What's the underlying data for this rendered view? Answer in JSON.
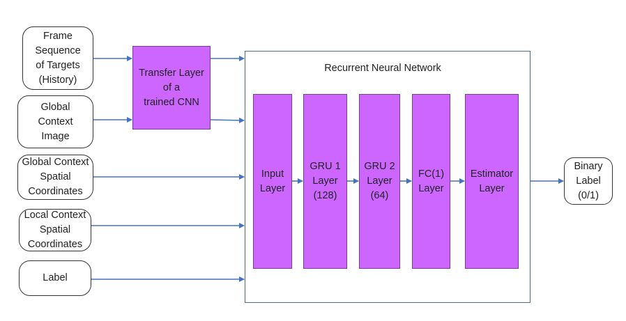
{
  "inputs": {
    "frame_sequence": "Frame\nSequence\nof Targets\n(History)",
    "global_context_image": "Global\nContext\nImage",
    "global_context_coords": "Global Context\nSpatial\nCoordinates",
    "local_context_coords": "Local Context\nSpatial\nCoordinates",
    "label": "Label"
  },
  "transfer_layer": "Transfer Layer\nof a\ntrained CNN",
  "rnn": {
    "title": "Recurrent Neural Network",
    "layers": {
      "input": "Input\nLayer",
      "gru1": "GRU 1\nLayer\n(128)",
      "gru2": "GRU 2\nLayer\n(64)",
      "fc": "FC(1)\nLayer",
      "estimator": "Estimator\nLayer"
    }
  },
  "output": "Binary\nLabel\n(0/1)",
  "colors": {
    "layer_fill": "#cc66ff",
    "arrow": "#4472c4",
    "box_border": "#333333"
  }
}
